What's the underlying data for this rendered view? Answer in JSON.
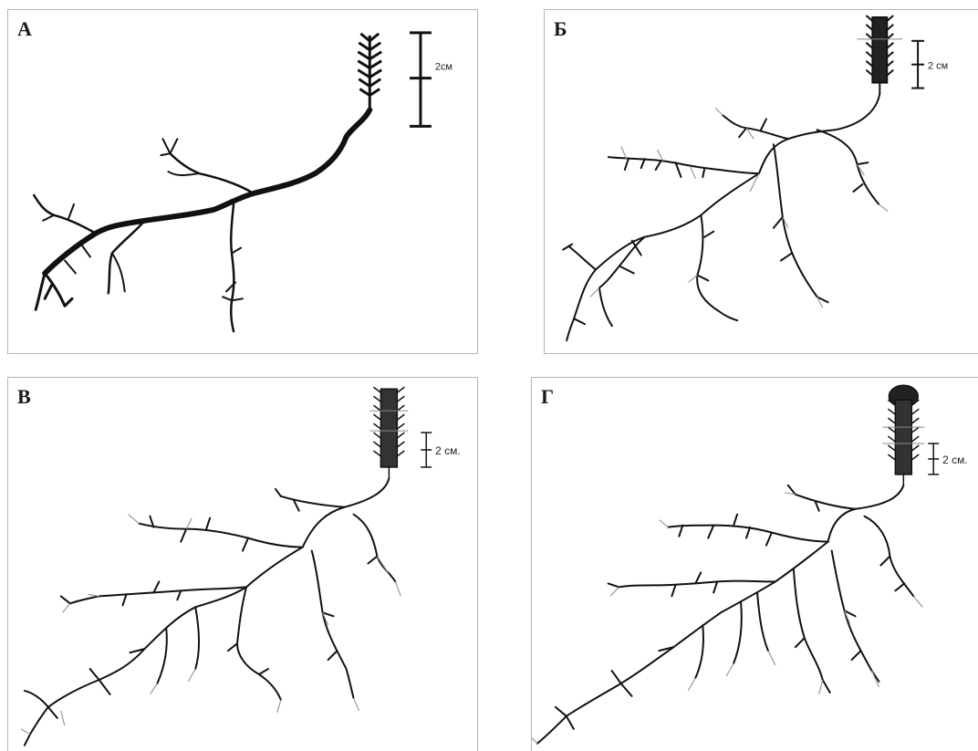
{
  "panels": [
    {
      "label": "А",
      "scale": "2см"
    },
    {
      "label": "Б",
      "scale": "2 см"
    },
    {
      "label": "В",
      "scale": "2 см."
    },
    {
      "label": "Г",
      "scale": "2 см."
    }
  ]
}
